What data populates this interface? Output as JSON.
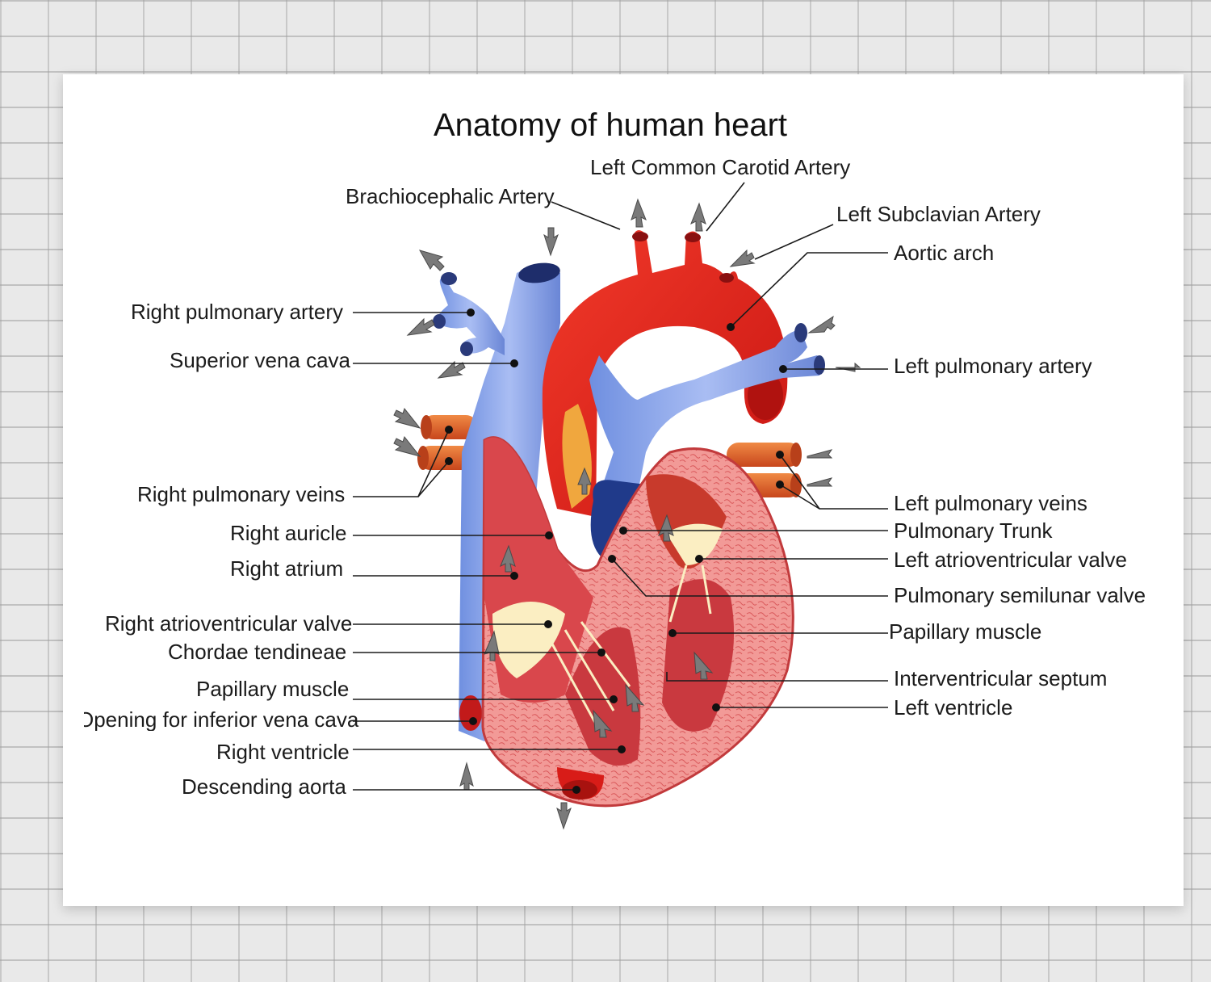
{
  "title": "Anatomy of human heart",
  "labels": {
    "left_common_carotid_artery": "Left Common Carotid Artery",
    "brachiocephalic_artery": "Brachiocephalic Artery",
    "left_subclavian_artery": "Left Subclavian Artery",
    "aortic_arch": "Aortic arch",
    "right_pulmonary_artery": "Right pulmonary artery",
    "superior_vena_cava": "Superior vena cava",
    "left_pulmonary_artery": "Left pulmonary artery",
    "right_pulmonary_veins": "Right pulmonary veins",
    "left_pulmonary_veins": "Left pulmonary veins",
    "pulmonary_trunk": "Pulmonary Trunk",
    "right_auricle": "Right auricle",
    "left_atrioventricular_valve": "Left atrioventricular valve",
    "right_atrium": "Right atrium",
    "pulmonary_semilunar_valve": "Pulmonary semilunar valve",
    "right_atrioventricular_valve": "Right atrioventricular valve",
    "papillary_muscle_left": "Papillary muscle",
    "chordae_tendineae": "Chordae tendineae",
    "interventricular_septum": "Interventricular septum",
    "papillary_muscle_right": "Papillary muscle",
    "left_ventricle": "Left ventricle",
    "opening_inferior_vena_cava": "Opening for inferior vena cava",
    "right_ventricle": "Right ventricle",
    "descending_aorta": "Descending aorta"
  },
  "colors": {
    "oxygenated": "#e8221b",
    "deoxygenated": "#7f9ee6",
    "pulmonary_vein": "#e8662a",
    "chamber": "#d9474c",
    "myocardium": "#ef8f8d",
    "valve": "#fbeec2",
    "arrow": "#7a7a7a"
  }
}
